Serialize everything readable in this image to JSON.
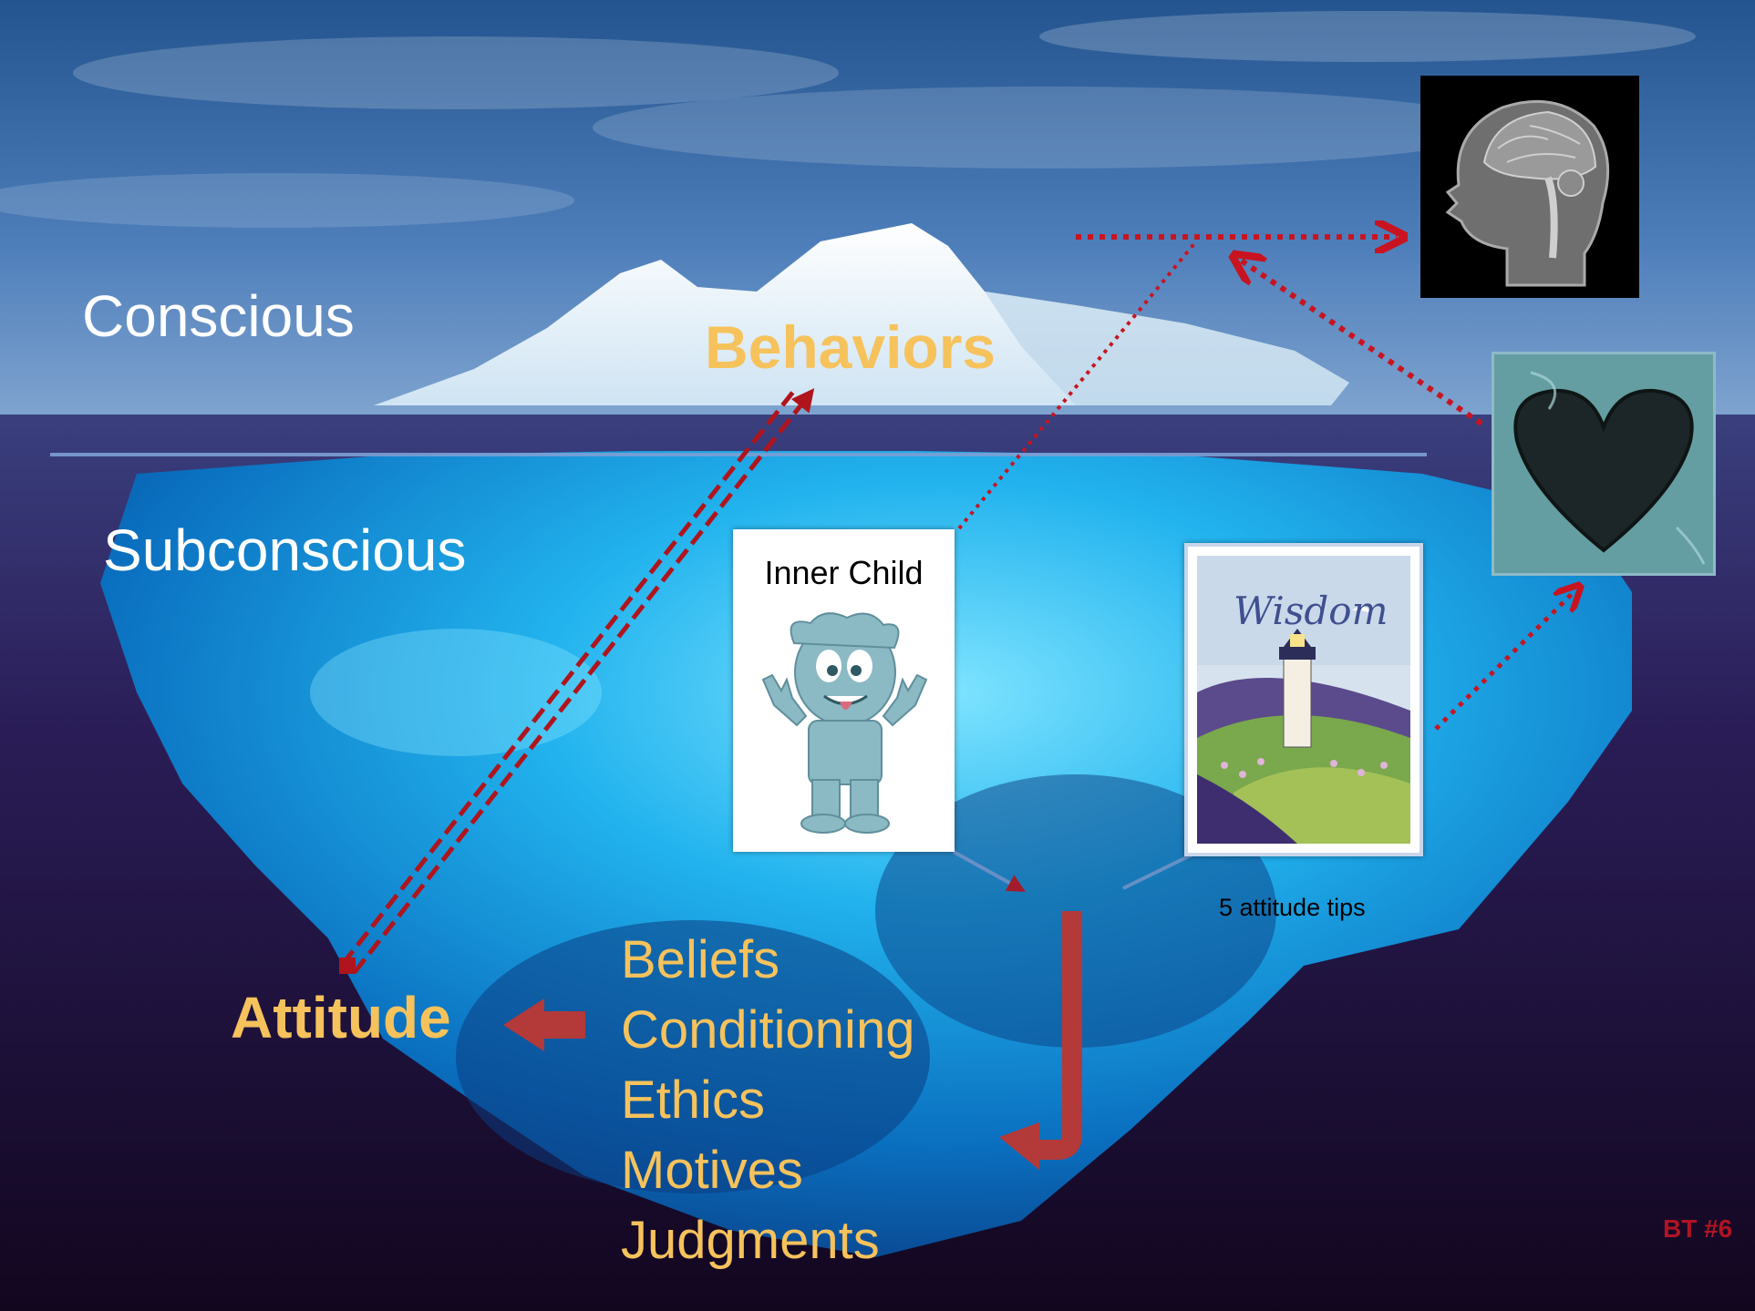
{
  "labels": {
    "conscious": "Conscious",
    "subconscious": "Subconscious",
    "behaviors": "Behaviors",
    "attitude": "Attitude",
    "factors": [
      "Beliefs",
      "Conditioning",
      "Ethics",
      "Motives",
      "Judgments"
    ],
    "inner_child": "Inner Child",
    "tips": "5 attitude tips",
    "badge": "BT #6"
  },
  "wisdom_card": {
    "script_word": "Wisdom"
  },
  "colors": {
    "sky_top": "#2a5c9c",
    "sky_bottom": "#6e95c4",
    "deep_water": "#1a0b31",
    "ice_blue": "#1aa3e8",
    "label_orange": "#f6c25c",
    "arrow_red": "#c81420",
    "arrow_rust": "#b33a38",
    "badge_red": "#b01422"
  },
  "icons": [
    "head-xray-icon",
    "black-heart-icon",
    "cartoon-child-icon",
    "lighthouse-icon"
  ]
}
